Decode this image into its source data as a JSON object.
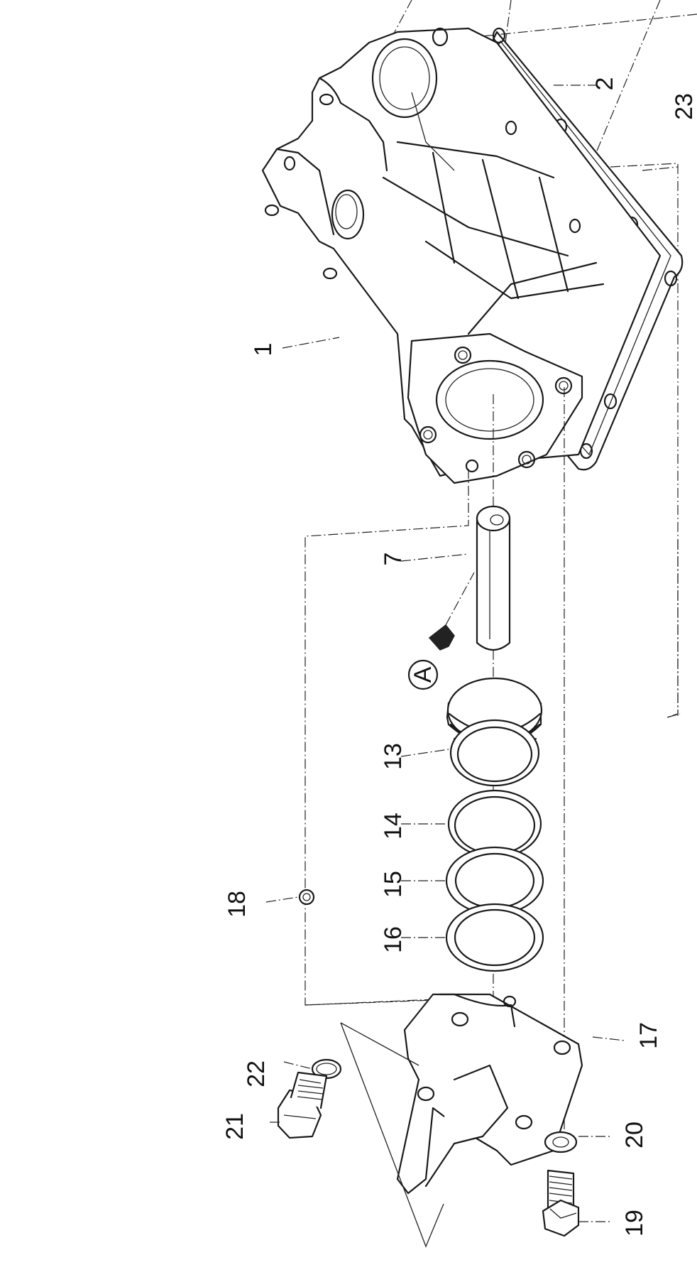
{
  "diagram": {
    "labels": [
      {
        "id": "p1",
        "text": "1"
      },
      {
        "id": "p2",
        "text": "2"
      },
      {
        "id": "p23",
        "text": "23"
      },
      {
        "id": "p7",
        "text": "7"
      },
      {
        "id": "p13",
        "text": "13"
      },
      {
        "id": "p14",
        "text": "14"
      },
      {
        "id": "p15",
        "text": "15"
      },
      {
        "id": "p16",
        "text": "16"
      },
      {
        "id": "p17",
        "text": "17"
      },
      {
        "id": "p18",
        "text": "18"
      },
      {
        "id": "p19",
        "text": "19"
      },
      {
        "id": "p20",
        "text": "20"
      },
      {
        "id": "p21",
        "text": "21"
      },
      {
        "id": "p22",
        "text": "22"
      }
    ],
    "callout": {
      "letter": "A"
    }
  }
}
